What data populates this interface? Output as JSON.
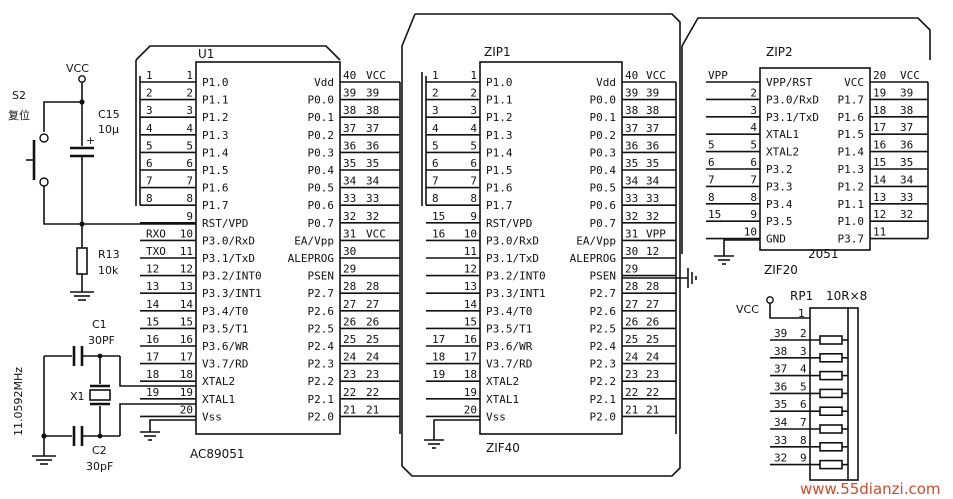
{
  "u1": {
    "ref": "U1",
    "part": "AC89051",
    "left_pins": [
      {
        "num": "1",
        "name": "P1.0",
        "net": "1"
      },
      {
        "num": "2",
        "name": "P1.1",
        "net": "2"
      },
      {
        "num": "3",
        "name": "P1.2",
        "net": "3"
      },
      {
        "num": "4",
        "name": "P1.3",
        "net": "4"
      },
      {
        "num": "5",
        "name": "P1.4",
        "net": "5"
      },
      {
        "num": "6",
        "name": "P1.5",
        "net": "6"
      },
      {
        "num": "7",
        "name": "P1.6",
        "net": "7"
      },
      {
        "num": "8",
        "name": "P1.7",
        "net": "8"
      },
      {
        "num": "9",
        "name": "RST/VPD",
        "net": ""
      },
      {
        "num": "10",
        "name": "P3.0/RxD",
        "net": "RXO"
      },
      {
        "num": "11",
        "name": "P3.1/TxD",
        "net": "TXO"
      },
      {
        "num": "12",
        "name": "P3.2/INT0",
        "net": "12"
      },
      {
        "num": "13",
        "name": "P3.3/INT1",
        "net": "13"
      },
      {
        "num": "14",
        "name": "P3.4/T0",
        "net": "14"
      },
      {
        "num": "15",
        "name": "P3.5/T1",
        "net": "15"
      },
      {
        "num": "16",
        "name": "P3.6/WR",
        "net": "16"
      },
      {
        "num": "17",
        "name": "V3.7/RD",
        "net": "17"
      },
      {
        "num": "18",
        "name": "XTAL2",
        "net": "18"
      },
      {
        "num": "19",
        "name": "XTAL1",
        "net": "19"
      },
      {
        "num": "20",
        "name": "Vss",
        "net": ""
      }
    ],
    "right_pins": [
      {
        "num": "40",
        "name": "Vdd",
        "net": "VCC"
      },
      {
        "num": "39",
        "name": "P0.0",
        "net": "39"
      },
      {
        "num": "38",
        "name": "P0.1",
        "net": "38"
      },
      {
        "num": "37",
        "name": "P0.2",
        "net": "37"
      },
      {
        "num": "36",
        "name": "P0.3",
        "net": "36"
      },
      {
        "num": "35",
        "name": "P0.4",
        "net": "35"
      },
      {
        "num": "34",
        "name": "P0.5",
        "net": "34"
      },
      {
        "num": "33",
        "name": "P0.6",
        "net": "33"
      },
      {
        "num": "32",
        "name": "P0.7",
        "net": "32"
      },
      {
        "num": "31",
        "name": "EA/Vpp",
        "net": "VCC"
      },
      {
        "num": "30",
        "name": "ALEPROG",
        "net": ""
      },
      {
        "num": "29",
        "name": "PSEN",
        "net": ""
      },
      {
        "num": "28",
        "name": "P2.7",
        "net": "28"
      },
      {
        "num": "27",
        "name": "P2.6",
        "net": "27"
      },
      {
        "num": "26",
        "name": "P2.5",
        "net": "26"
      },
      {
        "num": "25",
        "name": "P2.4",
        "net": "25"
      },
      {
        "num": "24",
        "name": "P2.3",
        "net": "24"
      },
      {
        "num": "23",
        "name": "P2.2",
        "net": "23"
      },
      {
        "num": "22",
        "name": "P2.1",
        "net": "22"
      },
      {
        "num": "21",
        "name": "P2.0",
        "net": "21"
      }
    ]
  },
  "zip1": {
    "ref": "ZIP1",
    "part": "ZIF40",
    "left_pins": [
      {
        "num": "1",
        "name": "P1.0",
        "net": "1"
      },
      {
        "num": "2",
        "name": "P1.1",
        "net": "2"
      },
      {
        "num": "3",
        "name": "P1.2",
        "net": "3"
      },
      {
        "num": "4",
        "name": "P1.3",
        "net": "4"
      },
      {
        "num": "5",
        "name": "P1.4",
        "net": "5"
      },
      {
        "num": "6",
        "name": "P1.5",
        "net": "6"
      },
      {
        "num": "7",
        "name": "P1.6",
        "net": "7"
      },
      {
        "num": "8",
        "name": "P1.7",
        "net": "8"
      },
      {
        "num": "9",
        "name": "RST/VPD",
        "net": "15"
      },
      {
        "num": "10",
        "name": "P3.0/RxD",
        "net": "16"
      },
      {
        "num": "11",
        "name": "P3.1/TxD",
        "net": ""
      },
      {
        "num": "12",
        "name": "P3.2/INT0",
        "net": ""
      },
      {
        "num": "13",
        "name": "P3.3/INT1",
        "net": ""
      },
      {
        "num": "14",
        "name": "P3.4/T0",
        "net": ""
      },
      {
        "num": "15",
        "name": "P3.5/T1",
        "net": ""
      },
      {
        "num": "16",
        "name": "P3.6/WR",
        "net": "17"
      },
      {
        "num": "17",
        "name": "V3.7/RD",
        "net": "18"
      },
      {
        "num": "18",
        "name": "XTAL2",
        "net": "19"
      },
      {
        "num": "19",
        "name": "XTAL1",
        "net": ""
      },
      {
        "num": "20",
        "name": "Vss",
        "net": ""
      }
    ],
    "right_pins": [
      {
        "num": "40",
        "name": "Vdd",
        "net": "VCC"
      },
      {
        "num": "39",
        "name": "P0.0",
        "net": "39"
      },
      {
        "num": "38",
        "name": "P0.1",
        "net": "38"
      },
      {
        "num": "37",
        "name": "P0.2",
        "net": "37"
      },
      {
        "num": "36",
        "name": "P0.3",
        "net": "36"
      },
      {
        "num": "35",
        "name": "P0.4",
        "net": "35"
      },
      {
        "num": "34",
        "name": "P0.5",
        "net": "34"
      },
      {
        "num": "33",
        "name": "P0.6",
        "net": "33"
      },
      {
        "num": "32",
        "name": "P0.7",
        "net": "32"
      },
      {
        "num": "31",
        "name": "EA/Vpp",
        "net": "VPP"
      },
      {
        "num": "30",
        "name": "ALEPROG",
        "net": "12"
      },
      {
        "num": "29",
        "name": "PSEN",
        "net": ""
      },
      {
        "num": "28",
        "name": "P2.7",
        "net": "28"
      },
      {
        "num": "27",
        "name": "P2.6",
        "net": "27"
      },
      {
        "num": "26",
        "name": "P2.5",
        "net": "26"
      },
      {
        "num": "25",
        "name": "P2.4",
        "net": "25"
      },
      {
        "num": "24",
        "name": "P2.3",
        "net": "24"
      },
      {
        "num": "23",
        "name": "P2.2",
        "net": "23"
      },
      {
        "num": "22",
        "name": "P2.1",
        "net": "22"
      },
      {
        "num": "21",
        "name": "P2.0",
        "net": "21"
      }
    ]
  },
  "zip2": {
    "ref": "ZIP2",
    "part": "ZIF20",
    "chip": "2051",
    "left_pins": [
      {
        "num": "",
        "name": "VPP/RST",
        "net": "VPP"
      },
      {
        "num": "2",
        "name": "P3.0/RxD",
        "net": ""
      },
      {
        "num": "3",
        "name": "P3.1/TxD",
        "net": ""
      },
      {
        "num": "4",
        "name": "XTAL1",
        "net": ""
      },
      {
        "num": "5",
        "name": "XTAL2",
        "net": "5"
      },
      {
        "num": "6",
        "name": "P3.2",
        "net": "6"
      },
      {
        "num": "7",
        "name": "P3.3",
        "net": "7"
      },
      {
        "num": "8",
        "name": "P3.4",
        "net": "8"
      },
      {
        "num": "9",
        "name": "P3.5",
        "net": "15"
      },
      {
        "num": "10",
        "name": "GND",
        "net": ""
      }
    ],
    "right_pins": [
      {
        "num": "20",
        "name": "VCC",
        "net": "VCC"
      },
      {
        "num": "19",
        "name": "P1.7",
        "net": "39"
      },
      {
        "num": "18",
        "name": "P1.6",
        "net": "38"
      },
      {
        "num": "17",
        "name": "P1.5",
        "net": "37"
      },
      {
        "num": "16",
        "name": "P1.4",
        "net": "36"
      },
      {
        "num": "15",
        "name": "P1.3",
        "net": "35"
      },
      {
        "num": "14",
        "name": "P1.2",
        "net": "34"
      },
      {
        "num": "13",
        "name": "P1.1",
        "net": "33"
      },
      {
        "num": "12",
        "name": "P1.0",
        "net": "32"
      },
      {
        "num": "11",
        "name": "P3.7",
        "net": ""
      }
    ]
  },
  "rp1": {
    "ref": "RP1",
    "value": "10R×8",
    "vcc": "VCC",
    "pin1": "1",
    "taps": [
      {
        "net": "39",
        "pin": "2"
      },
      {
        "net": "38",
        "pin": "3"
      },
      {
        "net": "37",
        "pin": "4"
      },
      {
        "net": "36",
        "pin": "5"
      },
      {
        "net": "35",
        "pin": "6"
      },
      {
        "net": "34",
        "pin": "7"
      },
      {
        "net": "33",
        "pin": "8"
      },
      {
        "net": "32",
        "pin": "9"
      }
    ]
  },
  "reset": {
    "vcc": "VCC",
    "switch_ref": "S2",
    "switch_name": "复位",
    "cap_ref": "C15",
    "cap_value": "10μ",
    "cap_plus": "+",
    "res_ref": "R13",
    "res_value": "10k"
  },
  "clock": {
    "c1_ref": "C1",
    "c1_value": "30PF",
    "c2_ref": "C2",
    "c2_value": "30pF",
    "x1_ref": "X1",
    "freq": "11.0592MHz"
  },
  "watermark": "www.55dianzi.com"
}
